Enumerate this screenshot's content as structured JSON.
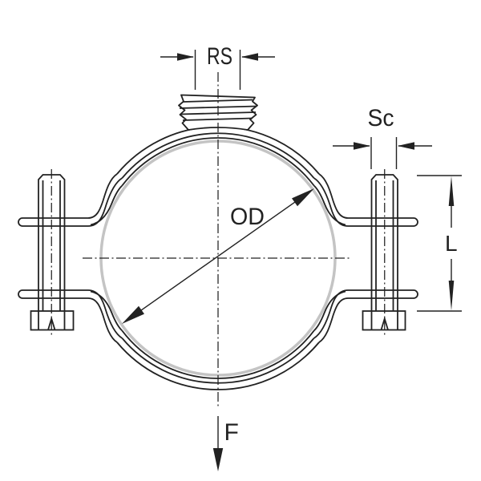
{
  "drawing": {
    "labels": {
      "rs": "RS",
      "sc": "Sc",
      "od": "OD",
      "l": "L",
      "f": "F"
    },
    "colors": {
      "line": "#222222",
      "pipe_gray": "#c4c4c4",
      "background": "#ffffff"
    },
    "arrow_style": "solid-triangle"
  }
}
